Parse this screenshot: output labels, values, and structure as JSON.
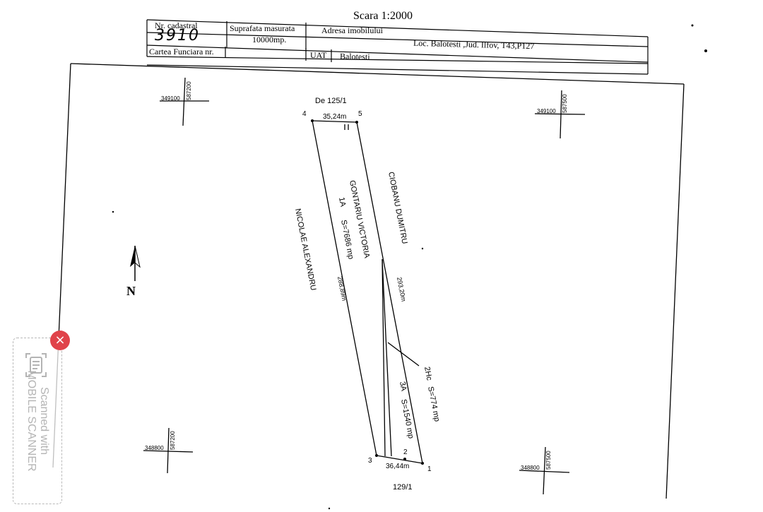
{
  "scale_title": "Scara 1:2000",
  "header": {
    "cadastral_label": "Nr. cadastral",
    "cadastral_value": "3910",
    "area_label": "Suprafata masurata",
    "area_value": "10000mp.",
    "address_label": "Adresa imobilului",
    "address_value": "Loc. Balotesti ,Jud. Ilfov, T43,P127",
    "land_book_label": "Cartea Funciara nr.",
    "uat_label": "UAT",
    "uat_value": "Balotesti"
  },
  "plan": {
    "north_label": "N",
    "neighbor_top": "De 125/1",
    "neighbor_bottom": "129/1",
    "neighbor_left": "NICOLAE ALEXANDRU",
    "neighbor_right": "CIOBANU DUMITRU",
    "owner": "GONTARIU VICTORIA",
    "parcel_1a": "1A",
    "parcel_1a_area": "S=7686 mp",
    "parcel_3a": "3A",
    "parcel_3a_area": "S=1540 mp",
    "parcel_2hc": "2Hc",
    "parcel_2hc_area": "S=774 mp",
    "length_top": "35,24m",
    "length_left": "288,89m",
    "length_right": "293,20m",
    "length_bottom": "36,44m",
    "points": [
      "1",
      "2",
      "3",
      "4",
      "5"
    ],
    "coords": {
      "tl_x": "349100",
      "tl_y": "587200",
      "tr_x": "349100",
      "tr_y": "587500",
      "bl_x": "348800",
      "bl_y": "587200",
      "br_x": "348800",
      "br_y": "587500"
    }
  },
  "watermark": {
    "line1": "Scanned with",
    "line2": "MOBILE SCANNER",
    "close_icon": "×"
  }
}
